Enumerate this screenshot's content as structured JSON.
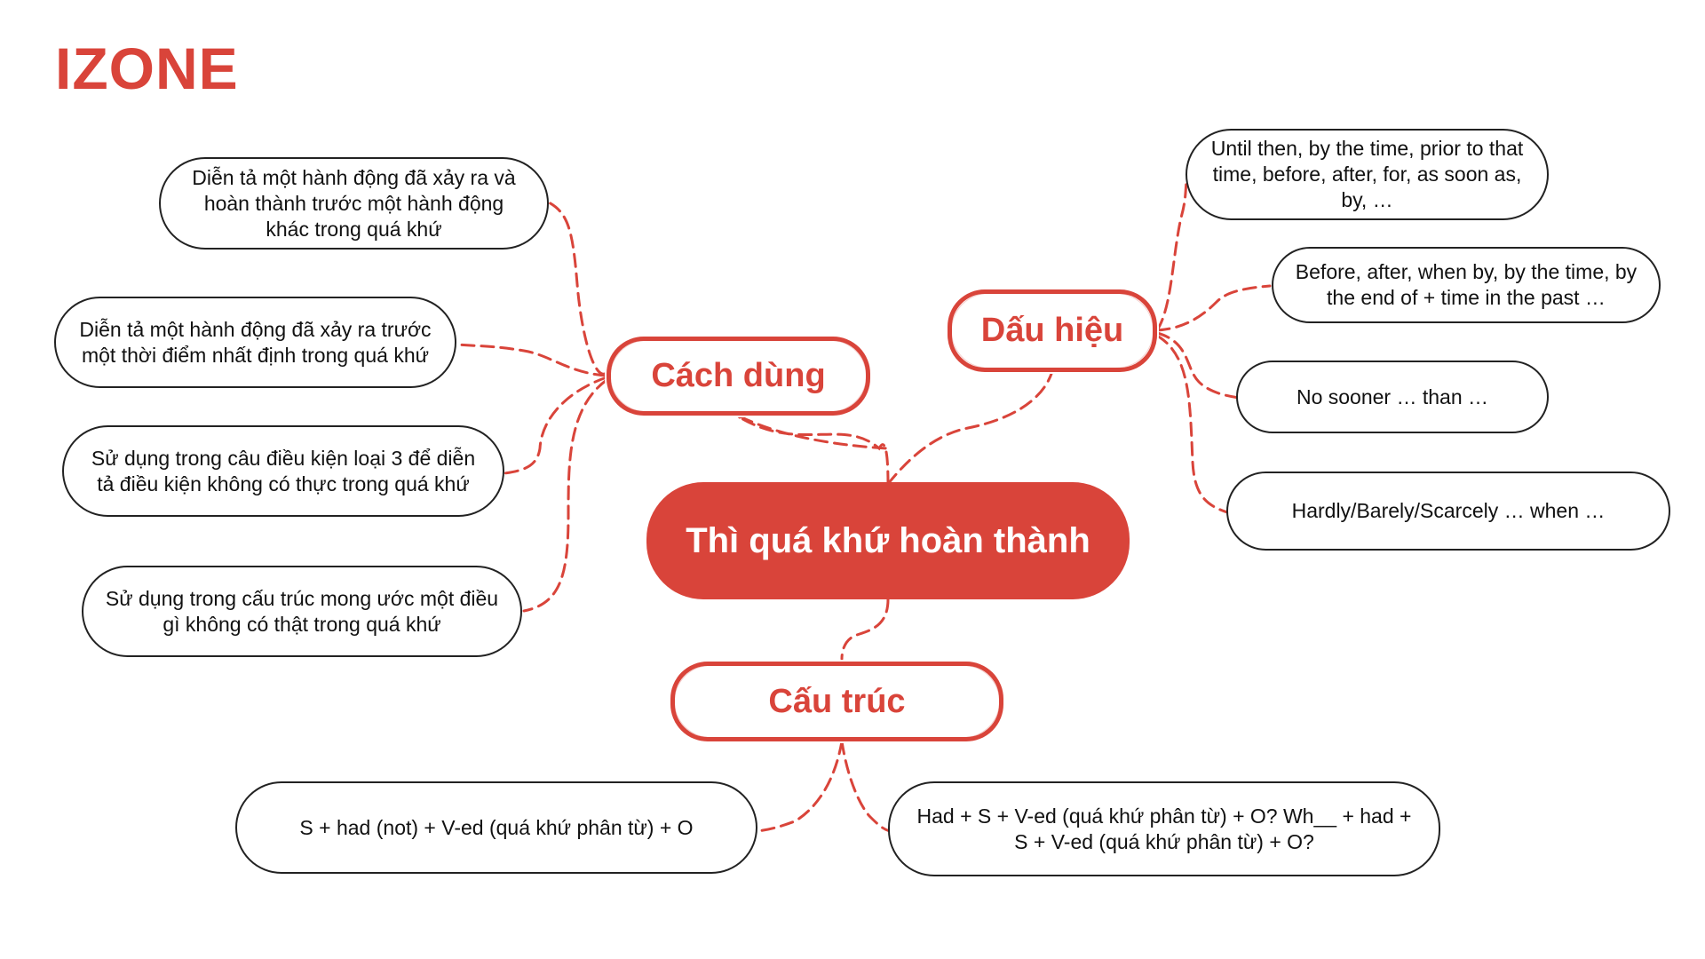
{
  "logo": "IZONE",
  "colors": {
    "accent": "#d9443a",
    "leaf_border": "#222222",
    "background": "#ffffff"
  },
  "center": {
    "label": "Thì quá khứ hoàn thành"
  },
  "branches": {
    "usage": {
      "label": "Cách dùng",
      "items": [
        "Diễn tả một hành động đã xảy ra và hoàn thành trước một hành động khác trong quá khứ",
        "Diễn tả một hành động đã xảy ra trước một thời điểm nhất định trong quá khứ",
        "Sử dụng trong câu điều kiện loại 3 để diễn tả điều kiện không có thực trong quá khứ",
        "Sử dụng trong cấu trúc mong ước một điều gì không có thật trong quá khứ"
      ]
    },
    "signs": {
      "label": "Dấu hiệu",
      "items": [
        "Until then, by the time, prior to that time, before, after, for, as soon as, by, …",
        "Before, after, when by, by the time, by the end of + time in the past …",
        "No sooner … than …",
        "Hardly/Barely/Scarcely … when …"
      ]
    },
    "structure": {
      "label": "Cấu trúc",
      "items": [
        "S + had (not) + V-ed (quá khứ phân từ) + O",
        "Had + S + V-ed (quá khứ phân từ) + O? Wh__ + had + S + V-ed (quá khứ phân từ) + O?"
      ]
    }
  }
}
